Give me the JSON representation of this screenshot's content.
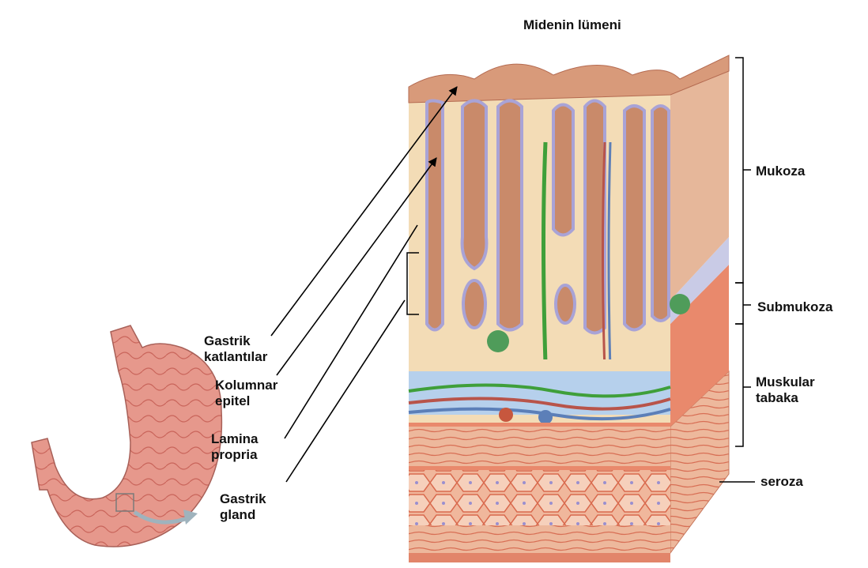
{
  "title": "Midenin lümeni",
  "left_labels": [
    {
      "lines": [
        "Gastrik",
        "katlantılar"
      ]
    },
    {
      "lines": [
        "Kolumnar",
        "epitel"
      ]
    },
    {
      "lines": [
        "Lamina",
        "propria"
      ]
    },
    {
      "lines": [
        "Gastrik",
        "gland"
      ]
    }
  ],
  "right_labels": [
    {
      "lines": [
        "Mukoza"
      ]
    },
    {
      "lines": [
        "Submukoza"
      ]
    },
    {
      "lines": [
        "Muskular",
        "tabaka"
      ]
    },
    {
      "lines": [
        "seroza"
      ]
    }
  ],
  "colors": {
    "mucosa_bg": "#f3dcb6",
    "gland_fill": "#c98a6a",
    "gland_border": "#a9a3d6",
    "submucosa_band": "#b6d0ec",
    "muscle": "#e2856a",
    "stomach": "#e6988c",
    "arrow": "#9fb3bd"
  }
}
